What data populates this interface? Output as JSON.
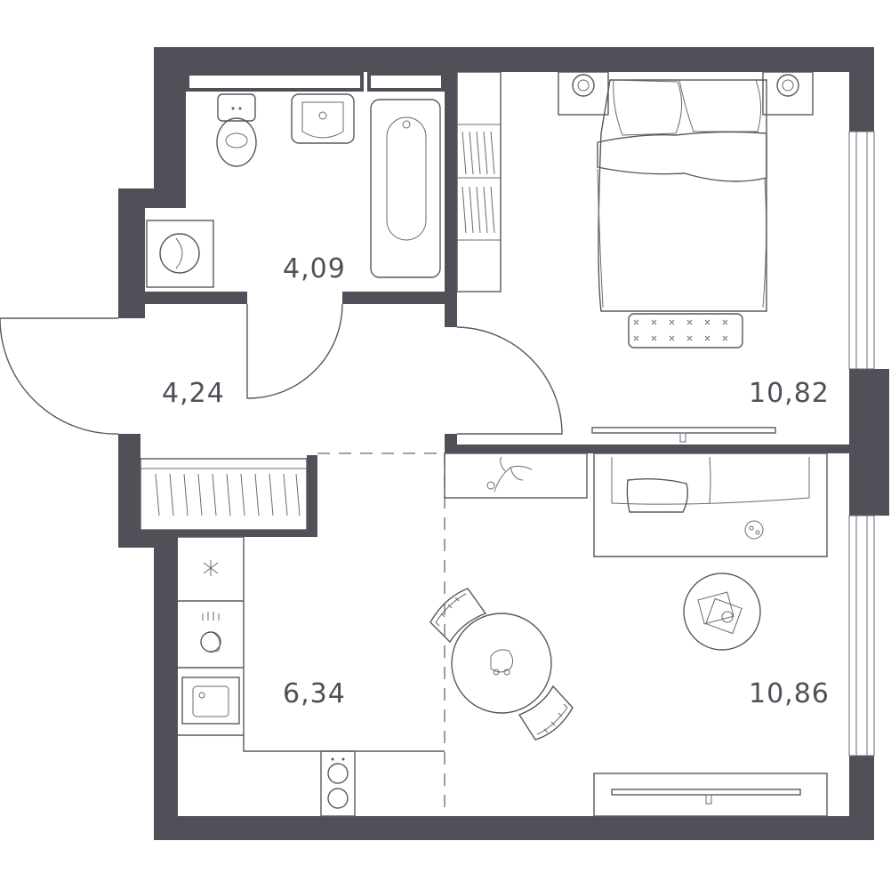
{
  "colors": {
    "wall": "#4f5058",
    "line": "#57585f",
    "label": "#4f5057",
    "background": "#ffffff"
  },
  "rooms": [
    {
      "id": "bathroom",
      "area": "4,09"
    },
    {
      "id": "hallway",
      "area": "4,24"
    },
    {
      "id": "bedroom",
      "area": "10,82"
    },
    {
      "id": "kitchen",
      "area": "6,34"
    },
    {
      "id": "living-room",
      "area": "10,86"
    }
  ]
}
